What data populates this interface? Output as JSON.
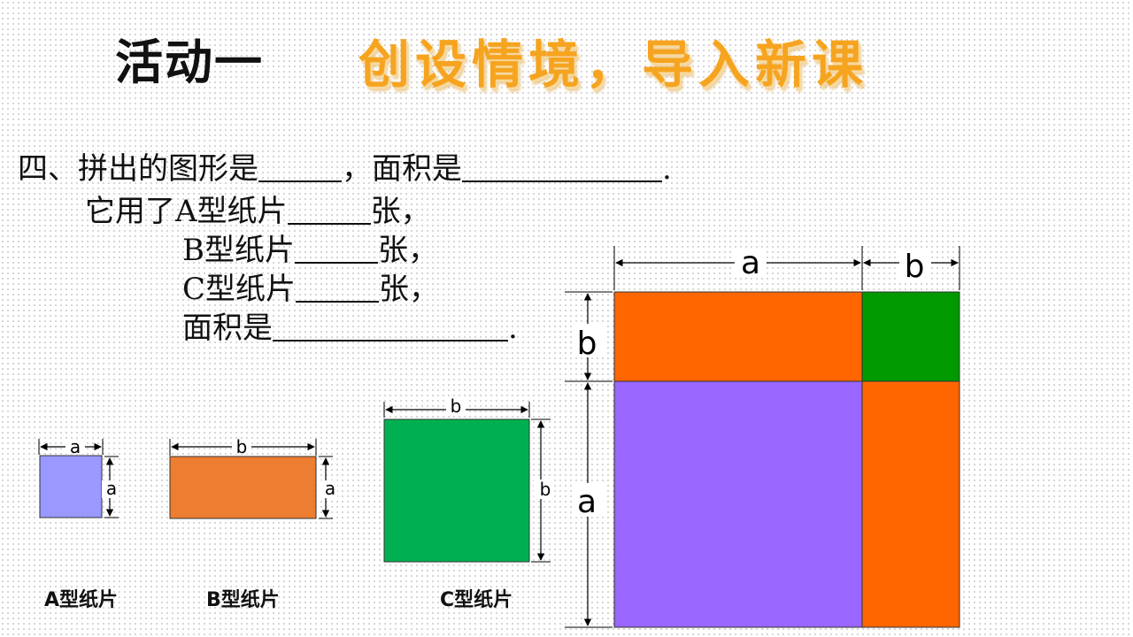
{
  "header": {
    "title": "活动一",
    "subtitle": "创设情境，导入新课"
  },
  "problem": {
    "line1_prefix": "四、拼出的图形是",
    "line1_mid": "，面积是",
    "line1_end": ".",
    "line2_prefix": "它用了A型纸片",
    "line3_prefix": "B型纸片",
    "line4_prefix": "C型纸片",
    "unit_suffix": "张，",
    "line5_prefix": "面积是",
    "line5_end": "."
  },
  "cards": {
    "a": {
      "caption": "A型纸片",
      "top_label": "a",
      "side_label": "a",
      "color": "#9999ff"
    },
    "b": {
      "caption": "B型纸片",
      "top_label": "b",
      "side_label": "a",
      "color": "#ed7d31"
    },
    "c": {
      "caption": "C型纸片",
      "top_label": "b",
      "side_label": "b",
      "color": "#00b050"
    }
  },
  "assembled": {
    "top_a": "a",
    "top_b": "b",
    "left_b": "b",
    "left_a": "a",
    "colors": {
      "orange": "#ff6600",
      "green": "#009900",
      "purple": "#9966ff"
    }
  }
}
